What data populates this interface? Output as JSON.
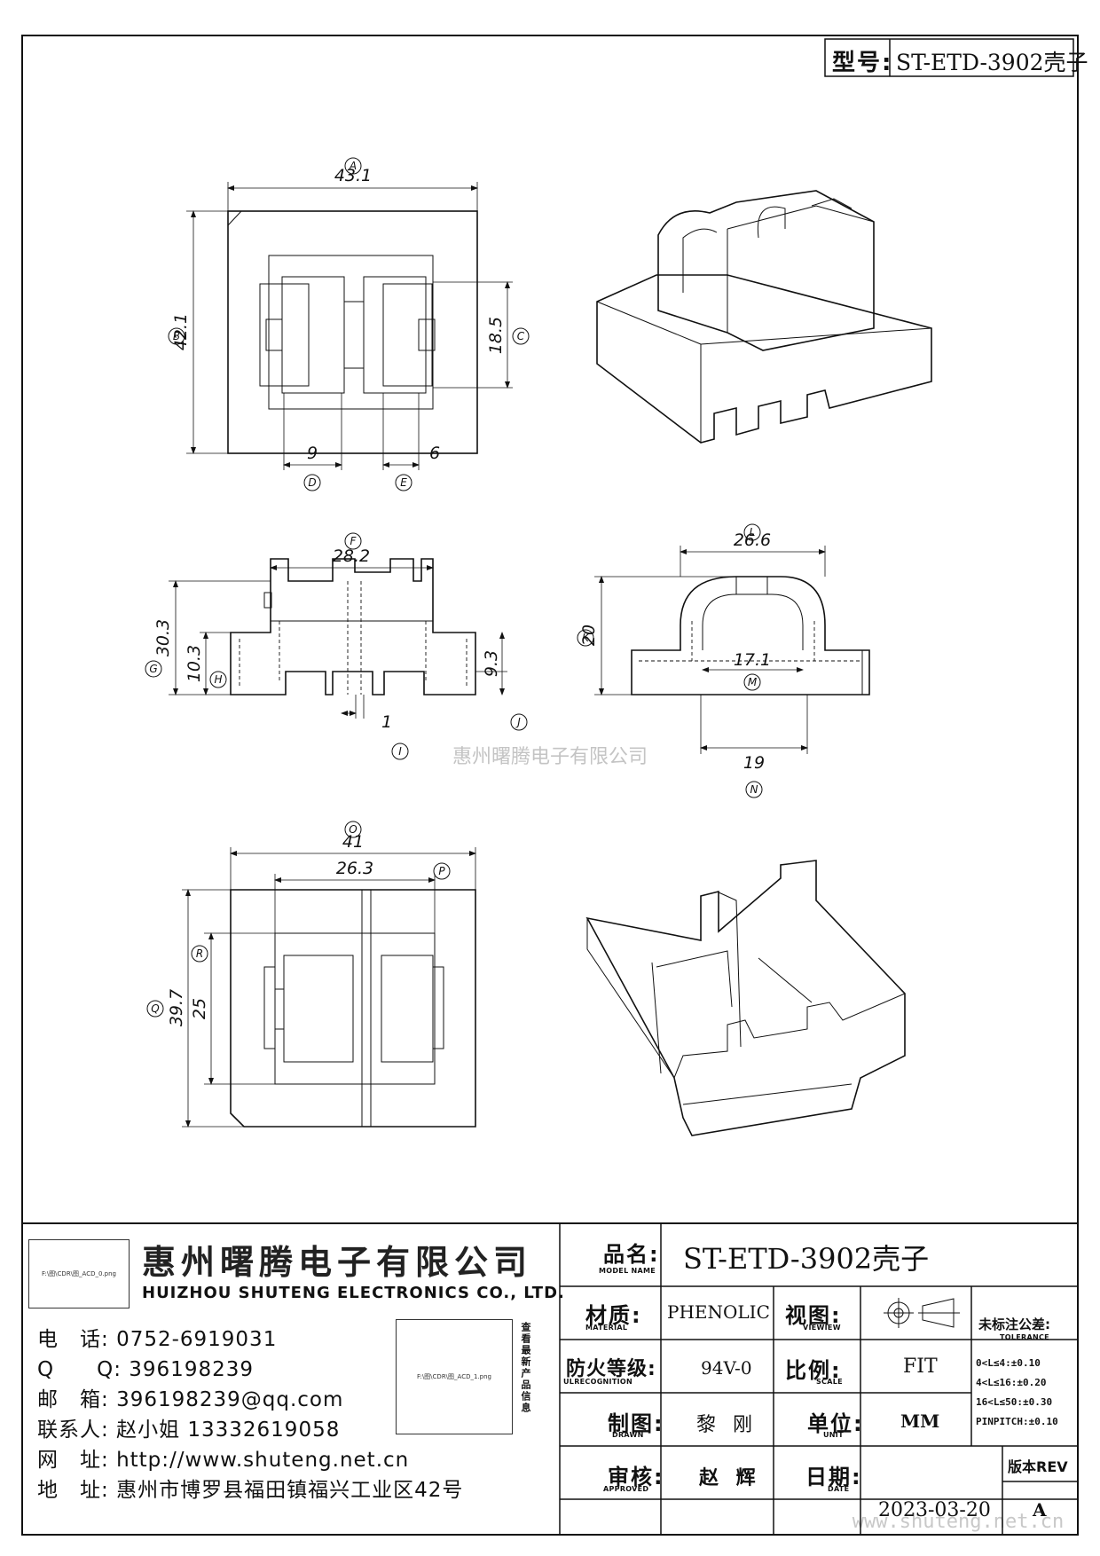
{
  "header": {
    "model_label": "型号:",
    "model_value": "ST-ETD-3902壳子"
  },
  "dimensions": {
    "A": "43.1",
    "B": "42.1",
    "C": "18.5",
    "D": "9",
    "E": "6",
    "F": "28.2",
    "G": "30.3",
    "H": "10.3",
    "I": "1",
    "J": "9.3",
    "K": "20",
    "L": "26.6",
    "M": "17.1",
    "N": "19",
    "O": "41",
    "P": "26.3",
    "Q": "39.7",
    "R": "25"
  },
  "callouts": [
    "A",
    "B",
    "C",
    "D",
    "E",
    "F",
    "G",
    "H",
    "I",
    "J",
    "K",
    "L",
    "M",
    "N",
    "O",
    "P",
    "Q",
    "R"
  ],
  "watermark_center": "惠州曙腾电子有限公司",
  "watermark_corner": "www.shuteng.net.cn",
  "company": {
    "name_cn": "惠州曙腾电子有限公司",
    "name_en": "HUIZHOU SHUTENG ELECTRONICS CO., LTD.",
    "logo_file": "F:\\图\\CDR\\图_ACD_0.png",
    "qr_file": "F:\\图\\CDR\\图_ACD_1.png",
    "qr_caption": "查看最新产品信息"
  },
  "contact": [
    {
      "label": "电　话:",
      "value": "0752-6919031"
    },
    {
      "label": "Q　　Q:",
      "value": "396198239"
    },
    {
      "label": "邮　箱:",
      "value": "396198239@qq.com"
    },
    {
      "label": "联系人:",
      "value": "赵小姐 13332619058"
    },
    {
      "label": "网　址:",
      "value": "http://www.shuteng.net.cn"
    },
    {
      "label": "地　址:",
      "value": "惠州市博罗县福田镇福兴工业区42号"
    }
  ],
  "titleblock": {
    "model_name_label": "品名:",
    "model_name_sub": "MODEL NAME",
    "model_name_value": "ST-ETD-3902壳子",
    "material_label": "材质:",
    "material_sub": "MATERIAL",
    "material_value": "PHENOLIC",
    "view_label": "视图:",
    "view_sub": "VIEWIEW",
    "flame_label": "防火等级:",
    "flame_sub": "ULRECOGNITION",
    "flame_value": "94V-0",
    "scale_label": "比例:",
    "scale_sub": "SCALE",
    "scale_value": "FIT",
    "drawn_label": "制图:",
    "drawn_sub": "DRAWN",
    "drawn_value": "黎 刚",
    "unit_label": "单位:",
    "unit_sub": "UNIT",
    "unit_value": "MM",
    "approved_label": "审核:",
    "approved_sub": "APPROVED",
    "approved_value": "赵 辉",
    "date_label": "日期:",
    "date_sub": "DATE",
    "date_value": "2023-03-20",
    "rev_label": "版本REV",
    "rev_value": "A",
    "tolerance_label": "未标注公差:",
    "tolerance_sub": "TOLERANCE",
    "tolerance_rows": [
      "0<L≤4:±0.10",
      "4<L≤16:±0.20",
      "16<L≤50:±0.30",
      "PINPITCH:±0.10"
    ]
  }
}
